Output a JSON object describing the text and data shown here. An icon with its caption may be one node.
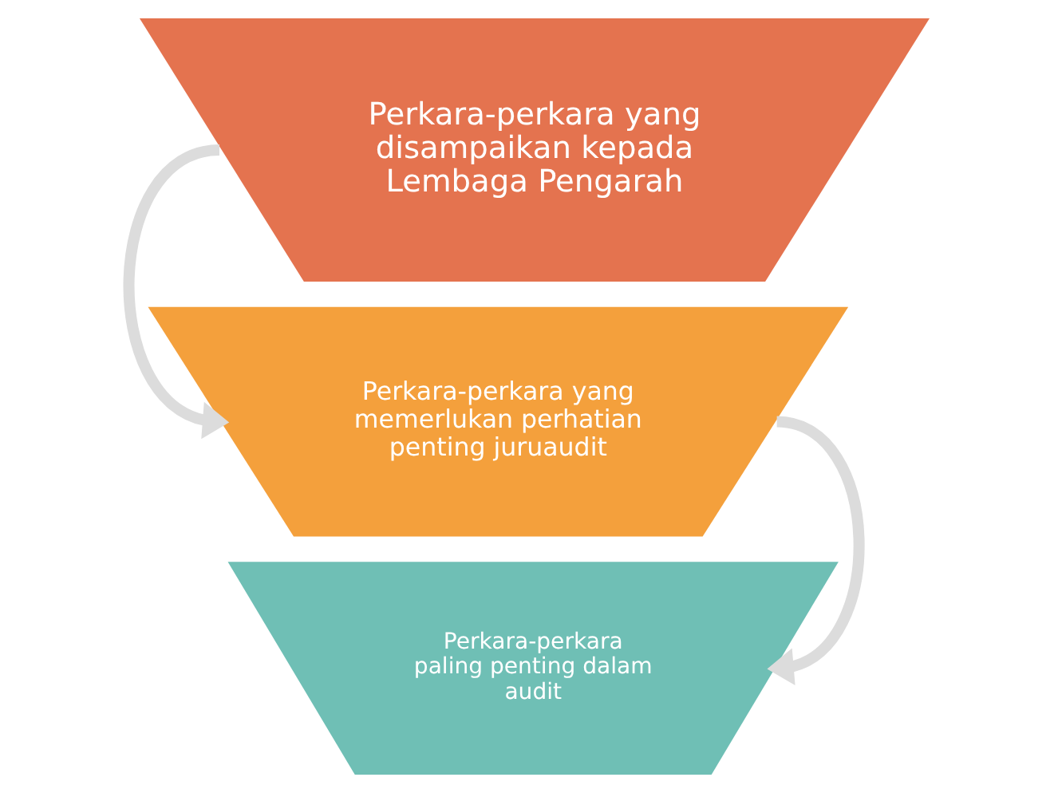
{
  "diagram": {
    "nodes": [
      {
        "text": [
          "Perkara-perkara yang disampaikan kepada Lembaga Pengarah"
        ]
      },
      {
        "text": [
          "Perkara-perkara yang memerlukan perhatian penting juruaudit"
        ]
      },
      {
        "text": [
          "Perkara-perkara paling penting dalam audit"
        ]
      }
    ],
    "edges": [
      {
        "from": 0,
        "to": 1,
        "arrow": "to"
      },
      {
        "from": 1,
        "to": 2,
        "arrow": "to"
      }
    ]
  }
}
